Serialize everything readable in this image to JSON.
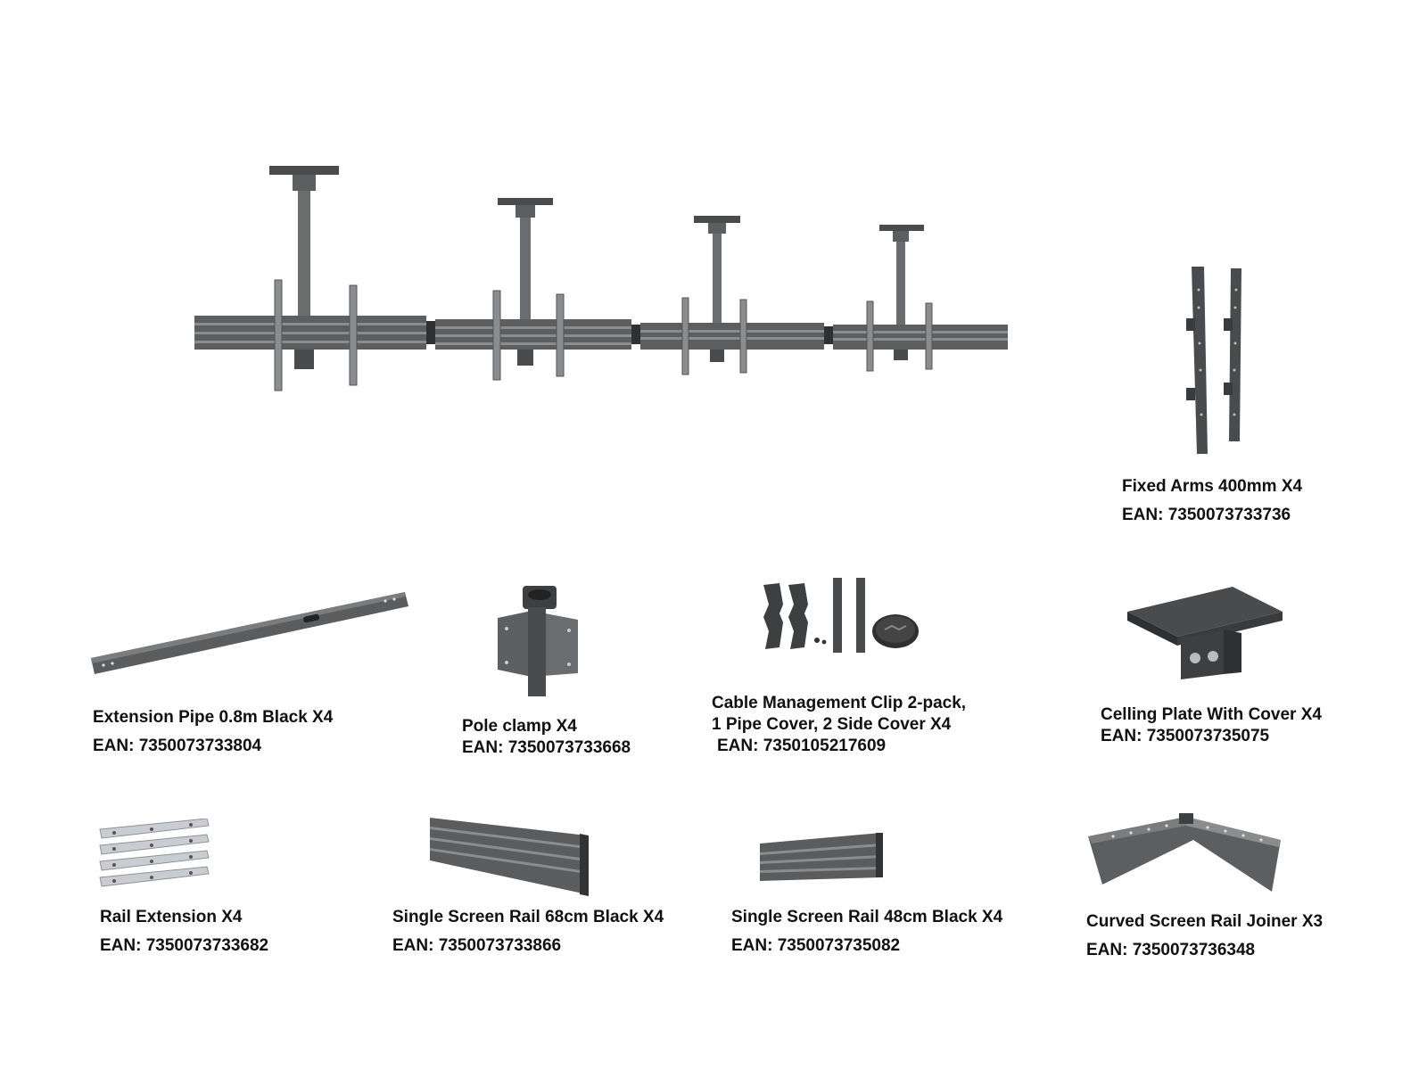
{
  "colors": {
    "metal": "#555759",
    "metal_dark": "#3a3b3d",
    "metal_light": "#7a7c7e",
    "silver": "#c9ccd0"
  },
  "items": [
    {
      "id": "fixed-arms",
      "name": "Fixed Arms 400mm X4",
      "ean": "EAN: 7350073733736",
      "icon": "fixed-arms-icon"
    },
    {
      "id": "extension-pipe",
      "name": "Extension Pipe 0.8m Black X4",
      "ean": "EAN: 7350073733804",
      "icon": "extension-pipe-icon"
    },
    {
      "id": "pole-clamp",
      "name": "Pole clamp X4",
      "ean": "EAN: 7350073733668",
      "icon": "pole-clamp-icon"
    },
    {
      "id": "cable-management",
      "name_line1": "Cable Management Clip 2-pack,",
      "name_line2": "1 Pipe Cover, 2 Side Cover X4",
      "ean": "EAN: 7350105217609",
      "icon": "cable-clip-icon"
    },
    {
      "id": "ceiling-plate",
      "name": "Celling Plate With Cover X4",
      "ean": "EAN: 7350073735075",
      "icon": "ceiling-plate-icon"
    },
    {
      "id": "rail-extension",
      "name": "Rail Extension X4",
      "ean": "EAN: 7350073733682",
      "icon": "rail-extension-icon"
    },
    {
      "id": "rail-68",
      "name": "Single Screen Rail 68cm Black X4",
      "ean": "EAN: 7350073733866",
      "icon": "rail-68-icon"
    },
    {
      "id": "rail-48",
      "name": "Single Screen Rail 48cm Black X4",
      "ean": "EAN: 7350073735082",
      "icon": "rail-48-icon"
    },
    {
      "id": "curved-joiner",
      "name": "Curved Screen Rail Joiner X3",
      "ean": "EAN: 7350073736348",
      "icon": "curved-joiner-icon"
    }
  ]
}
